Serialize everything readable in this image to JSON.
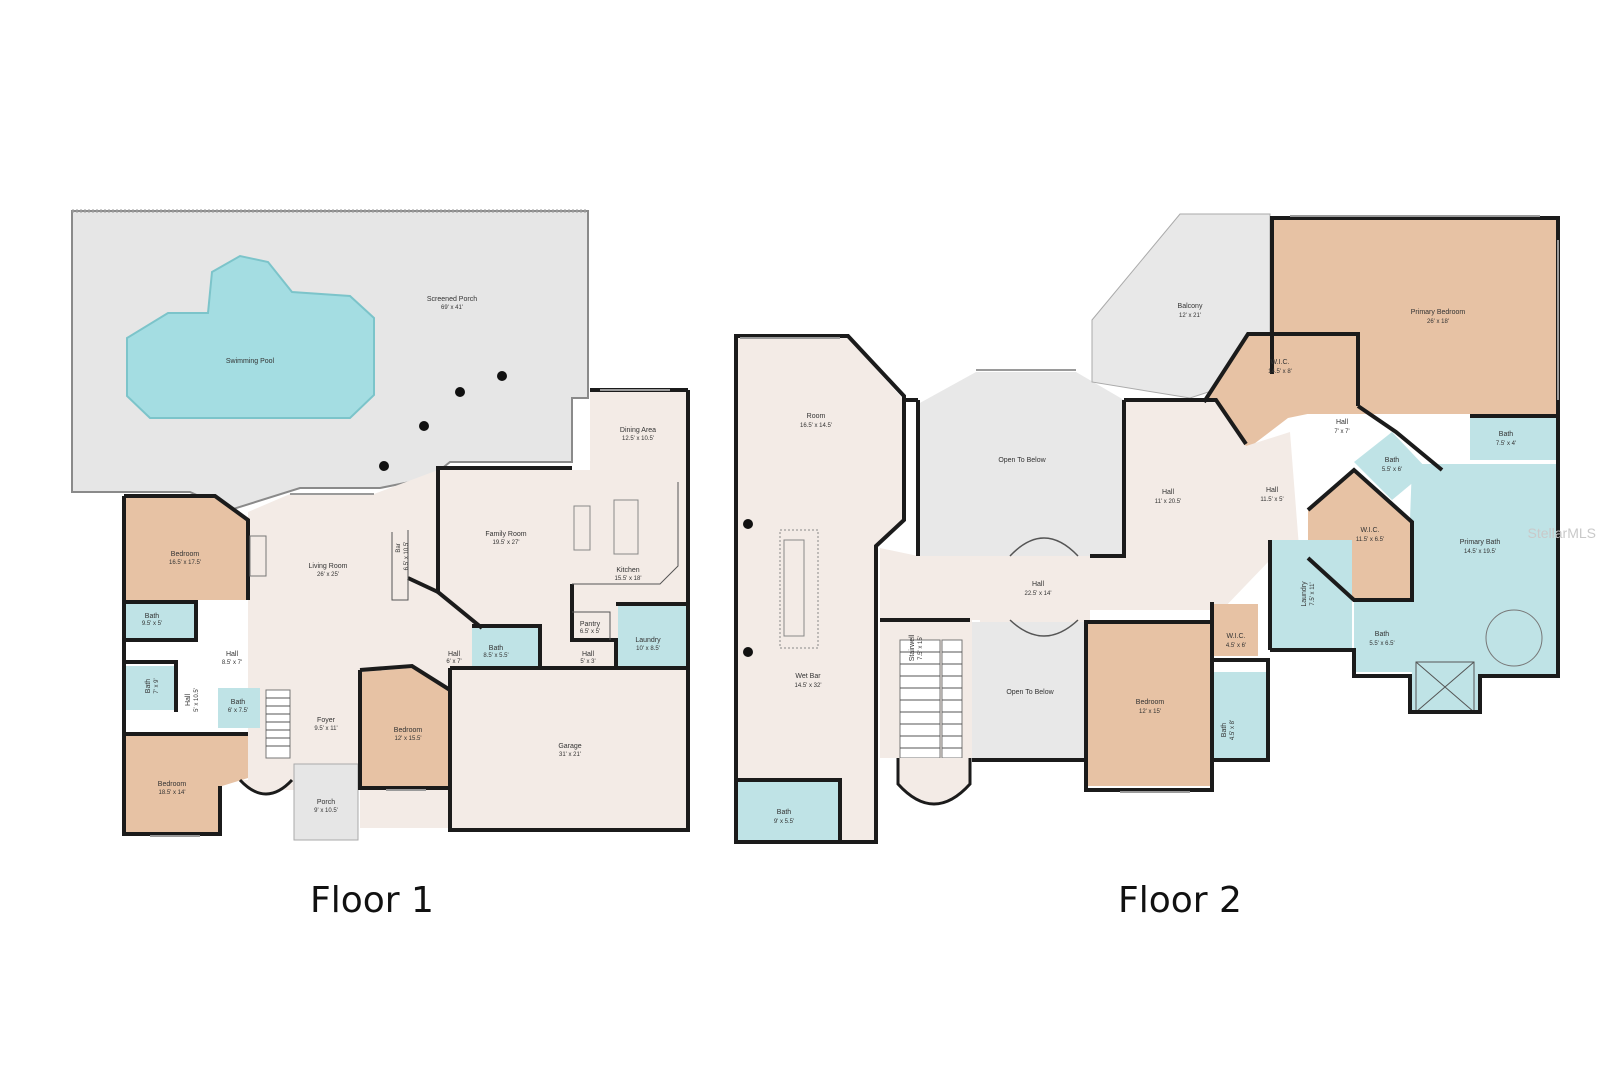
{
  "colors": {
    "neutral_room": "#f3ebe6",
    "bedroom": "#e7c2a4",
    "bath": "#bfe3e6",
    "porch": "#e6e6e6",
    "pool": "#a4dde2",
    "open": "#e8e8e8",
    "wall": "#1b1b1b"
  },
  "floors": [
    {
      "label": "Floor 1"
    },
    {
      "label": "Floor 2"
    }
  ],
  "watermark": "StellarMLS",
  "floor1_rooms": [
    {
      "name": "Screened Porch",
      "dims": "69' x 41'"
    },
    {
      "name": "Swimming Pool",
      "dims": ""
    },
    {
      "name": "Dining Area",
      "dims": "12.5' x 10.5'"
    },
    {
      "name": "Family Room",
      "dims": "19.5' x 27'"
    },
    {
      "name": "Kitchen",
      "dims": "15.5' x 18'"
    },
    {
      "name": "Bedroom",
      "dims": "16.5' x 17.5'"
    },
    {
      "name": "Living Room",
      "dims": "26' x 25'"
    },
    {
      "name": "Bar",
      "dims": "6.5' x 10.5'"
    },
    {
      "name": "Bath",
      "dims": "9.5' x 5'"
    },
    {
      "name": "Hall",
      "dims": "8.5' x 7'"
    },
    {
      "name": "Pantry",
      "dims": "6.5' x 5'"
    },
    {
      "name": "Laundry",
      "dims": "10' x 8.5'"
    },
    {
      "name": "Bath",
      "dims": "7' x 9'"
    },
    {
      "name": "Hall",
      "dims": "5' x 10.5'"
    },
    {
      "name": "Bath",
      "dims": "6' x 7.5'"
    },
    {
      "name": "Hall",
      "dims": "6' x 7'"
    },
    {
      "name": "Bath",
      "dims": "8.5' x 5.5'"
    },
    {
      "name": "Hall",
      "dims": "5' x 3'"
    },
    {
      "name": "Foyer",
      "dims": "9.5' x 11'"
    },
    {
      "name": "Bedroom",
      "dims": "12' x 15.5'"
    },
    {
      "name": "Garage",
      "dims": "31' x 21'"
    },
    {
      "name": "Bedroom",
      "dims": "18.5' x 14'"
    },
    {
      "name": "Porch",
      "dims": "9' x 10.5'"
    }
  ],
  "floor2_rooms": [
    {
      "name": "Balcony",
      "dims": "12' x 21'"
    },
    {
      "name": "Primary Bedroom",
      "dims": "26' x 18'"
    },
    {
      "name": "Room",
      "dims": "16.5' x 14.5'"
    },
    {
      "name": "W.I.C.",
      "dims": "14.5' x 8'"
    },
    {
      "name": "Hall",
      "dims": "7' x 7'"
    },
    {
      "name": "Open To Below",
      "dims": ""
    },
    {
      "name": "Bath",
      "dims": "7.5' x 4'"
    },
    {
      "name": "Bath",
      "dims": "5.5' x 6'"
    },
    {
      "name": "Hall",
      "dims": "11' x 20.5'"
    },
    {
      "name": "Hall",
      "dims": "11.5' x 5'"
    },
    {
      "name": "W.I.C.",
      "dims": "11.5' x 6.5'"
    },
    {
      "name": "Primary Bath",
      "dims": "14.5' x 19.5'"
    },
    {
      "name": "Hall",
      "dims": "22.5' x 14'"
    },
    {
      "name": "Laundry",
      "dims": "7.5' x 11'"
    },
    {
      "name": "Stairwell",
      "dims": "7.5' x 15'"
    },
    {
      "name": "Wet Bar",
      "dims": "14.5' x 32'"
    },
    {
      "name": "W.I.C.",
      "dims": "4.5' x 6'"
    },
    {
      "name": "Bath",
      "dims": "5.5' x 6.5'"
    },
    {
      "name": "Open To Below",
      "dims": ""
    },
    {
      "name": "Bedroom",
      "dims": "12' x 15'"
    },
    {
      "name": "Bath",
      "dims": "4.5' x 8'"
    },
    {
      "name": "Bath",
      "dims": "9' x 5.5'"
    }
  ]
}
